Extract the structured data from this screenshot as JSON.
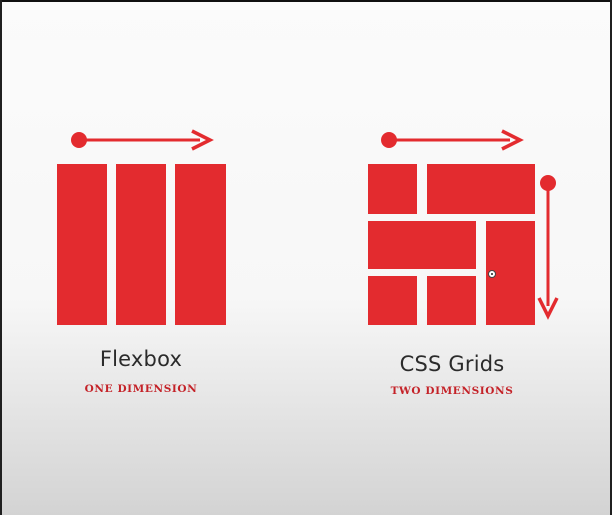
{
  "colors": {
    "accent": "#e32b2f",
    "caption_sub": "#c42228",
    "title_text": "#2b2b2b"
  },
  "flexbox": {
    "title": "Flexbox",
    "subtitle": "ONE DIMENSION",
    "arrow_direction": "right",
    "columns": 3
  },
  "css_grids": {
    "title": "CSS Grids",
    "subtitle": "TWO DIMENSIONS",
    "arrow_directions": [
      "right",
      "down"
    ],
    "rows": 3
  }
}
